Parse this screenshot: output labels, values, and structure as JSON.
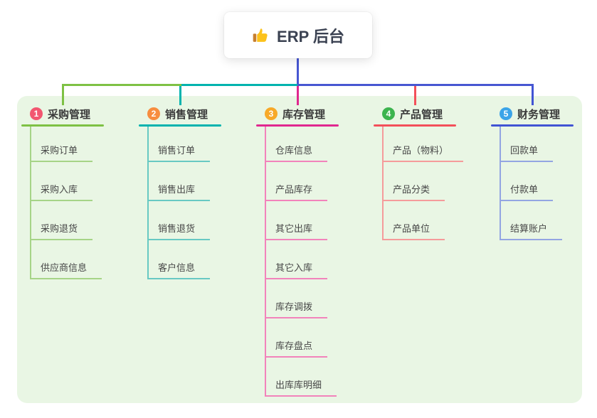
{
  "root": {
    "title": "ERP 后台",
    "icon": "thumbs-up-icon"
  },
  "connector": {
    "root_line_color": "#4757d2",
    "segment_colors": [
      "#7ec144",
      "#00b3ae",
      "#4757d2"
    ]
  },
  "panel": {
    "background": "#e9f6e4"
  },
  "text_colors": {
    "root": "#3b4252",
    "branch": "#3a3a3a",
    "child": "#474747"
  },
  "branches": [
    {
      "number": "1",
      "label": "采购管理",
      "badge_color": "#f25670",
      "line_color": "#7ec144",
      "child_line_color": "#a6d487",
      "connector_color": "#7ec144",
      "children": [
        "采购订单",
        "采购入库",
        "采购退货",
        "供应商信息"
      ]
    },
    {
      "number": "2",
      "label": "销售管理",
      "badge_color": "#f78d3f",
      "line_color": "#00b3ae",
      "child_line_color": "#68c9c3",
      "connector_color": "#00b3ae",
      "children": [
        "销售订单",
        "销售出库",
        "销售退货",
        "客户信息"
      ]
    },
    {
      "number": "3",
      "label": "库存管理",
      "badge_color": "#f7a928",
      "line_color": "#e0288f",
      "child_line_color": "#f283bb",
      "connector_color": "#e0288f",
      "children": [
        "仓库信息",
        "产品库存",
        "其它出库",
        "其它入库",
        "库存调拨",
        "库存盘点",
        "出库库明细"
      ]
    },
    {
      "number": "4",
      "label": "产品管理",
      "badge_color": "#3cb44e",
      "line_color": "#f3505a",
      "child_line_color": "#f59b9b",
      "connector_color": "#f3505a",
      "children": [
        "产品（物料）",
        "产品分类",
        "产品单位"
      ]
    },
    {
      "number": "5",
      "label": "财务管理",
      "badge_color": "#3ba4e8",
      "line_color": "#4154d4",
      "child_line_color": "#93a5e2",
      "connector_color": "#4154d4",
      "children": [
        "回款单",
        "付款单",
        "结算账户"
      ]
    }
  ]
}
